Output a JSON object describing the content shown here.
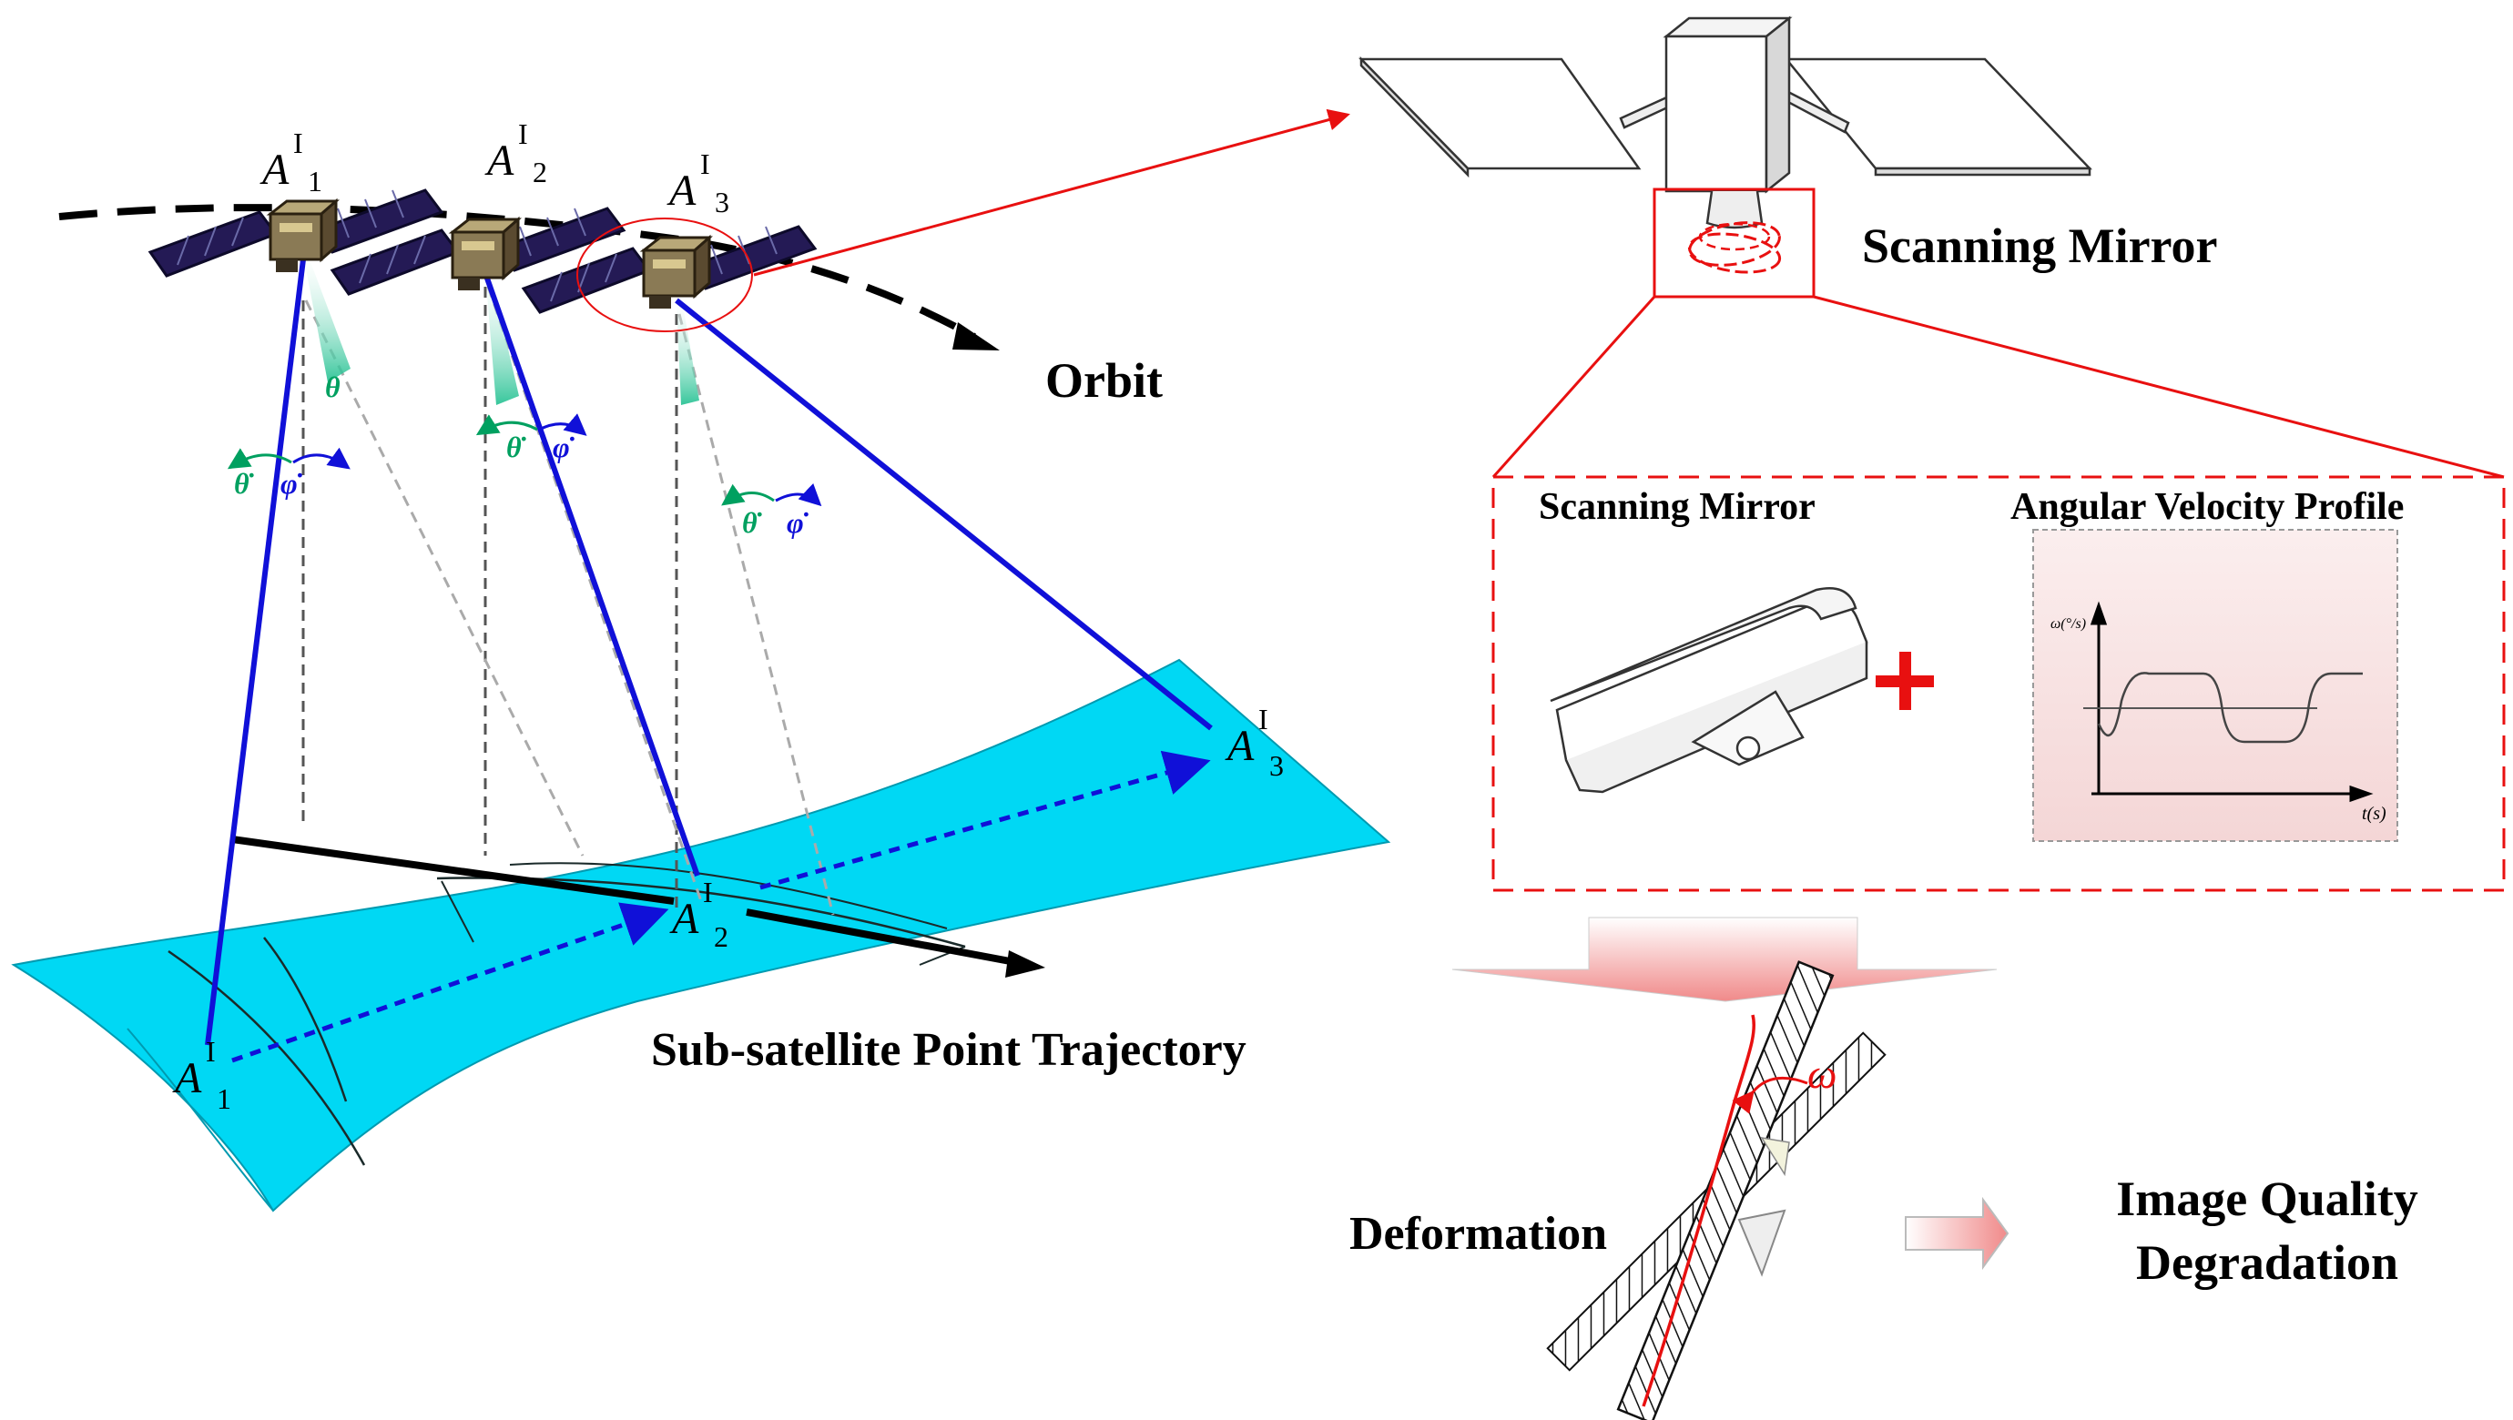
{
  "labels": {
    "orbit": "Orbit",
    "trajectory": "Sub-satellite Point Trajectory",
    "scanning_mirror_main": "Scanning Mirror",
    "scanning_mirror_box": "Scanning Mirror",
    "angular_velocity_profile": "Angular Velocity Profile",
    "deformation": "Deformation",
    "image_quality_line1": "Image Quality",
    "image_quality_line2": "Degradation",
    "omega": "ω",
    "theta": "θ",
    "theta_dot": "θ̇",
    "phi_dot": "φ̇"
  },
  "points": {
    "base": "A",
    "superscript": "I",
    "subscripts": [
      "1",
      "2",
      "3"
    ]
  },
  "profile_chart": {
    "ylabel": "ω(°/s)",
    "xlabel": "t(s)"
  },
  "colors": {
    "ground_swath": "#00d0f0",
    "sight_line": "#1010d8",
    "red_accent": "#e81010",
    "theta_green": "#00a060",
    "panel_bg": "#f8e4e4",
    "arrow_pink": "#f0a0a0"
  },
  "icons": [
    "satellite-icon",
    "plus-icon",
    "arrow-right-icon",
    "arrow-down-icon"
  ]
}
